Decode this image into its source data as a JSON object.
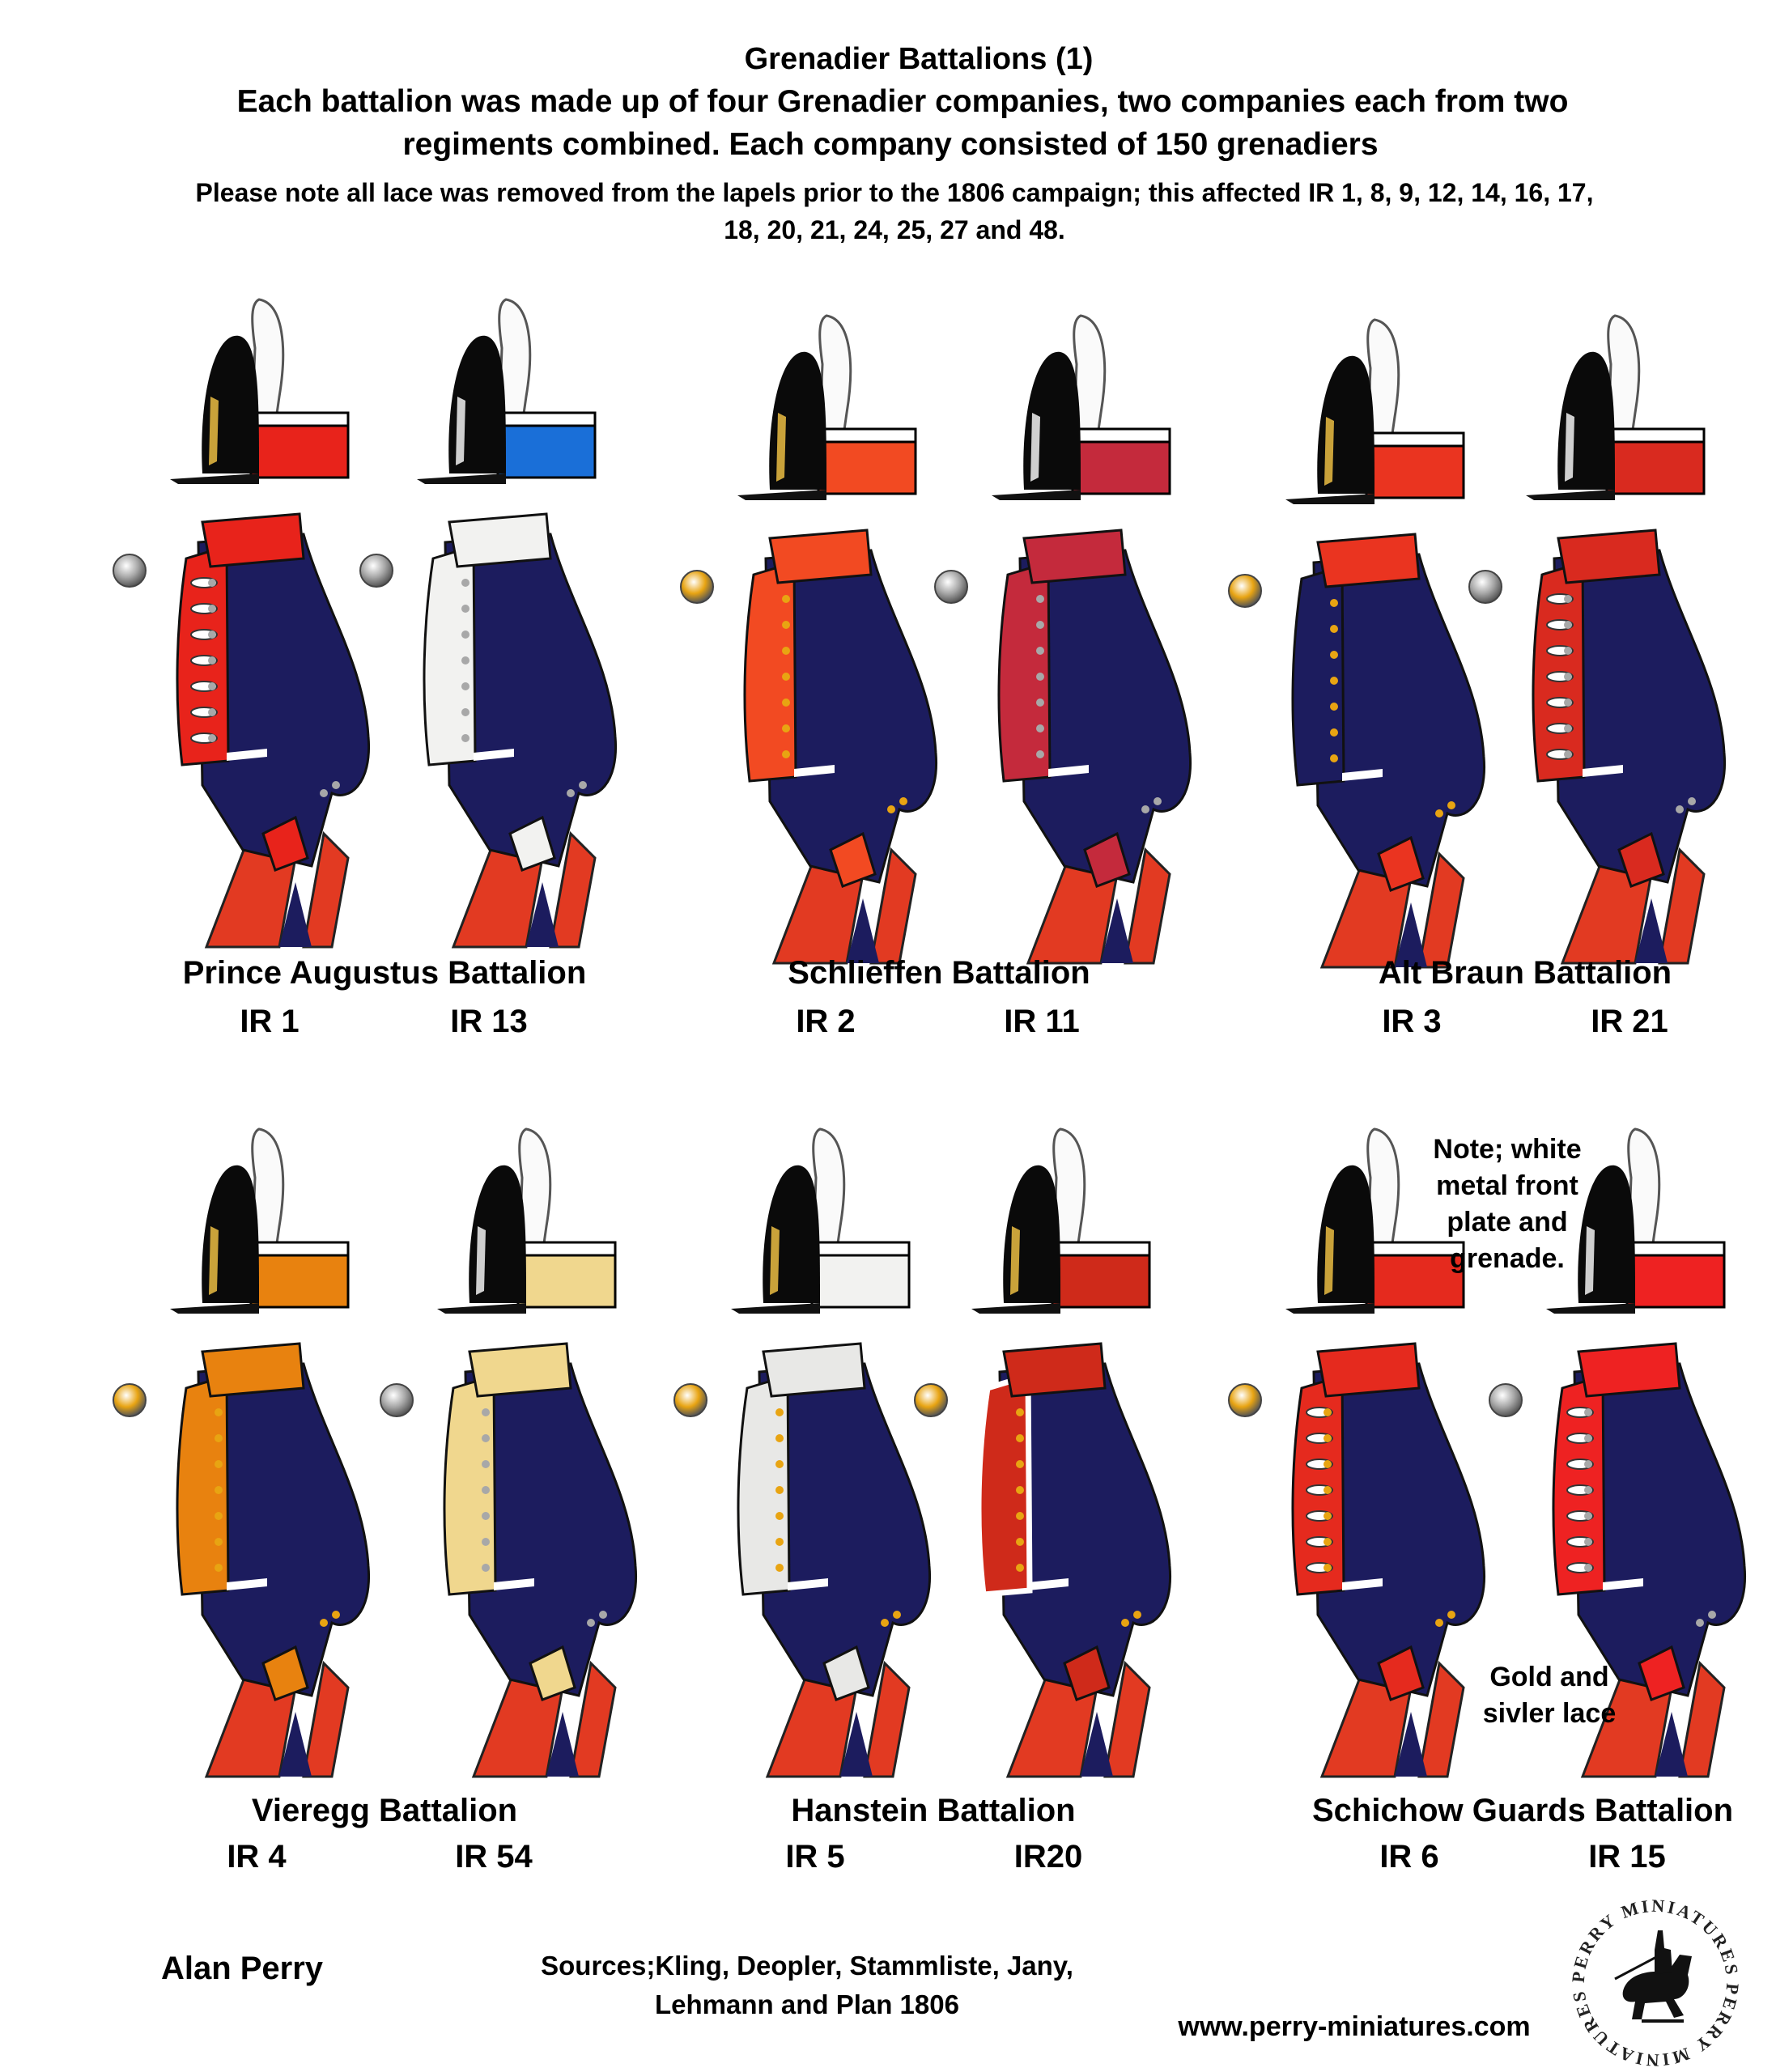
{
  "header": {
    "title": "Grenadier Battalions (1)",
    "intro_line1": "Each battalion was made up of four Grenadier companies, two companies each from two",
    "intro_line2": "regiments combined. Each company consisted of 150 grenadiers",
    "note_line1": "Please note all lace was removed from the lapels prior to the 1806 campaign; this affected IR 1, 8, 9, 12, 14, 16, 17,",
    "note_line2": "18, 20, 21, 24, 25, 27 and 48."
  },
  "colors": {
    "coat": "#1c1c5e",
    "tails": "#e23a22",
    "gold": "#e8a412",
    "silver": "#a8a8a8"
  },
  "battalions": [
    {
      "name": "Prince Augustus Battalion",
      "regiments": [
        {
          "label": "IR 1",
          "facing": "#e8231b",
          "bag": "#e8231b",
          "metal": "gold-silver",
          "button": "silver",
          "lace": true
        },
        {
          "label": "IR 13",
          "facing": "#f2f2f0",
          "bag": "#1a6fd8",
          "metal": "silver",
          "button": "silver",
          "lace": false
        }
      ]
    },
    {
      "name": "Schlieffen Battalion",
      "regiments": [
        {
          "label": "IR 2",
          "facing": "#f24a22",
          "bag": "#f24a22",
          "metal": "gold",
          "button": "gold",
          "lace": false
        },
        {
          "label": "IR 11",
          "facing": "#c42a3c",
          "bag": "#c42a3c",
          "metal": "silver",
          "button": "silver",
          "lace": false
        }
      ]
    },
    {
      "name": "Alt Braun Battalion",
      "regiments": [
        {
          "label": "IR 3",
          "facing": "#ea3420",
          "bag": "#ea3420",
          "metal": "gold",
          "button": "gold",
          "lace": false,
          "navy_lapel": true
        },
        {
          "label": "IR 21",
          "facing": "#d92a1f",
          "bag": "#d92a1f",
          "metal": "silver",
          "button": "silver",
          "lace": true
        }
      ]
    },
    {
      "name": "Vieregg Battalion",
      "regiments": [
        {
          "label": "IR 4",
          "facing": "#e8820f",
          "bag": "#e8820f",
          "metal": "gold",
          "button": "gold",
          "lace": false
        },
        {
          "label": "IR 54",
          "facing": "#f0d78e",
          "bag": "#f0d78e",
          "metal": "silver",
          "button": "silver",
          "lace": false
        }
      ]
    },
    {
      "name": "Hanstein Battalion",
      "regiments": [
        {
          "label": "IR 5",
          "facing": "#e8e8e6",
          "bag": "#f2f2f0",
          "metal": "gold",
          "button": "gold",
          "lace": false
        },
        {
          "label": "IR20",
          "facing": "#cf2a1a",
          "bag": "#cf2a1a",
          "metal": "gold",
          "button": "gold",
          "lace": false,
          "white_edge": true
        }
      ]
    },
    {
      "name": "Schichow Guards Battalion",
      "regiments": [
        {
          "label": "IR 6",
          "facing": "#e52a1e",
          "bag": "#e52a1e",
          "metal": "gold",
          "button": "gold",
          "lace": true
        },
        {
          "label": "IR 15",
          "facing": "#ee2222",
          "bag": "#ee2222",
          "metal": "silver",
          "button": "silver",
          "lace": true
        }
      ]
    }
  ],
  "notes": {
    "white_metal": [
      "Note; white",
      "metal front",
      "plate and",
      "grenade."
    ],
    "lace": [
      "Gold and",
      "sivler lace"
    ]
  },
  "footer": {
    "author": "Alan Perry",
    "sources_line1": "Sources;Kling, Deopler, Stammliste, Jany,",
    "sources_line2": "Lehmann and Plan 1806",
    "website": "www.perry-miniatures.com",
    "logo_text": "PERRY MINIATURES"
  }
}
